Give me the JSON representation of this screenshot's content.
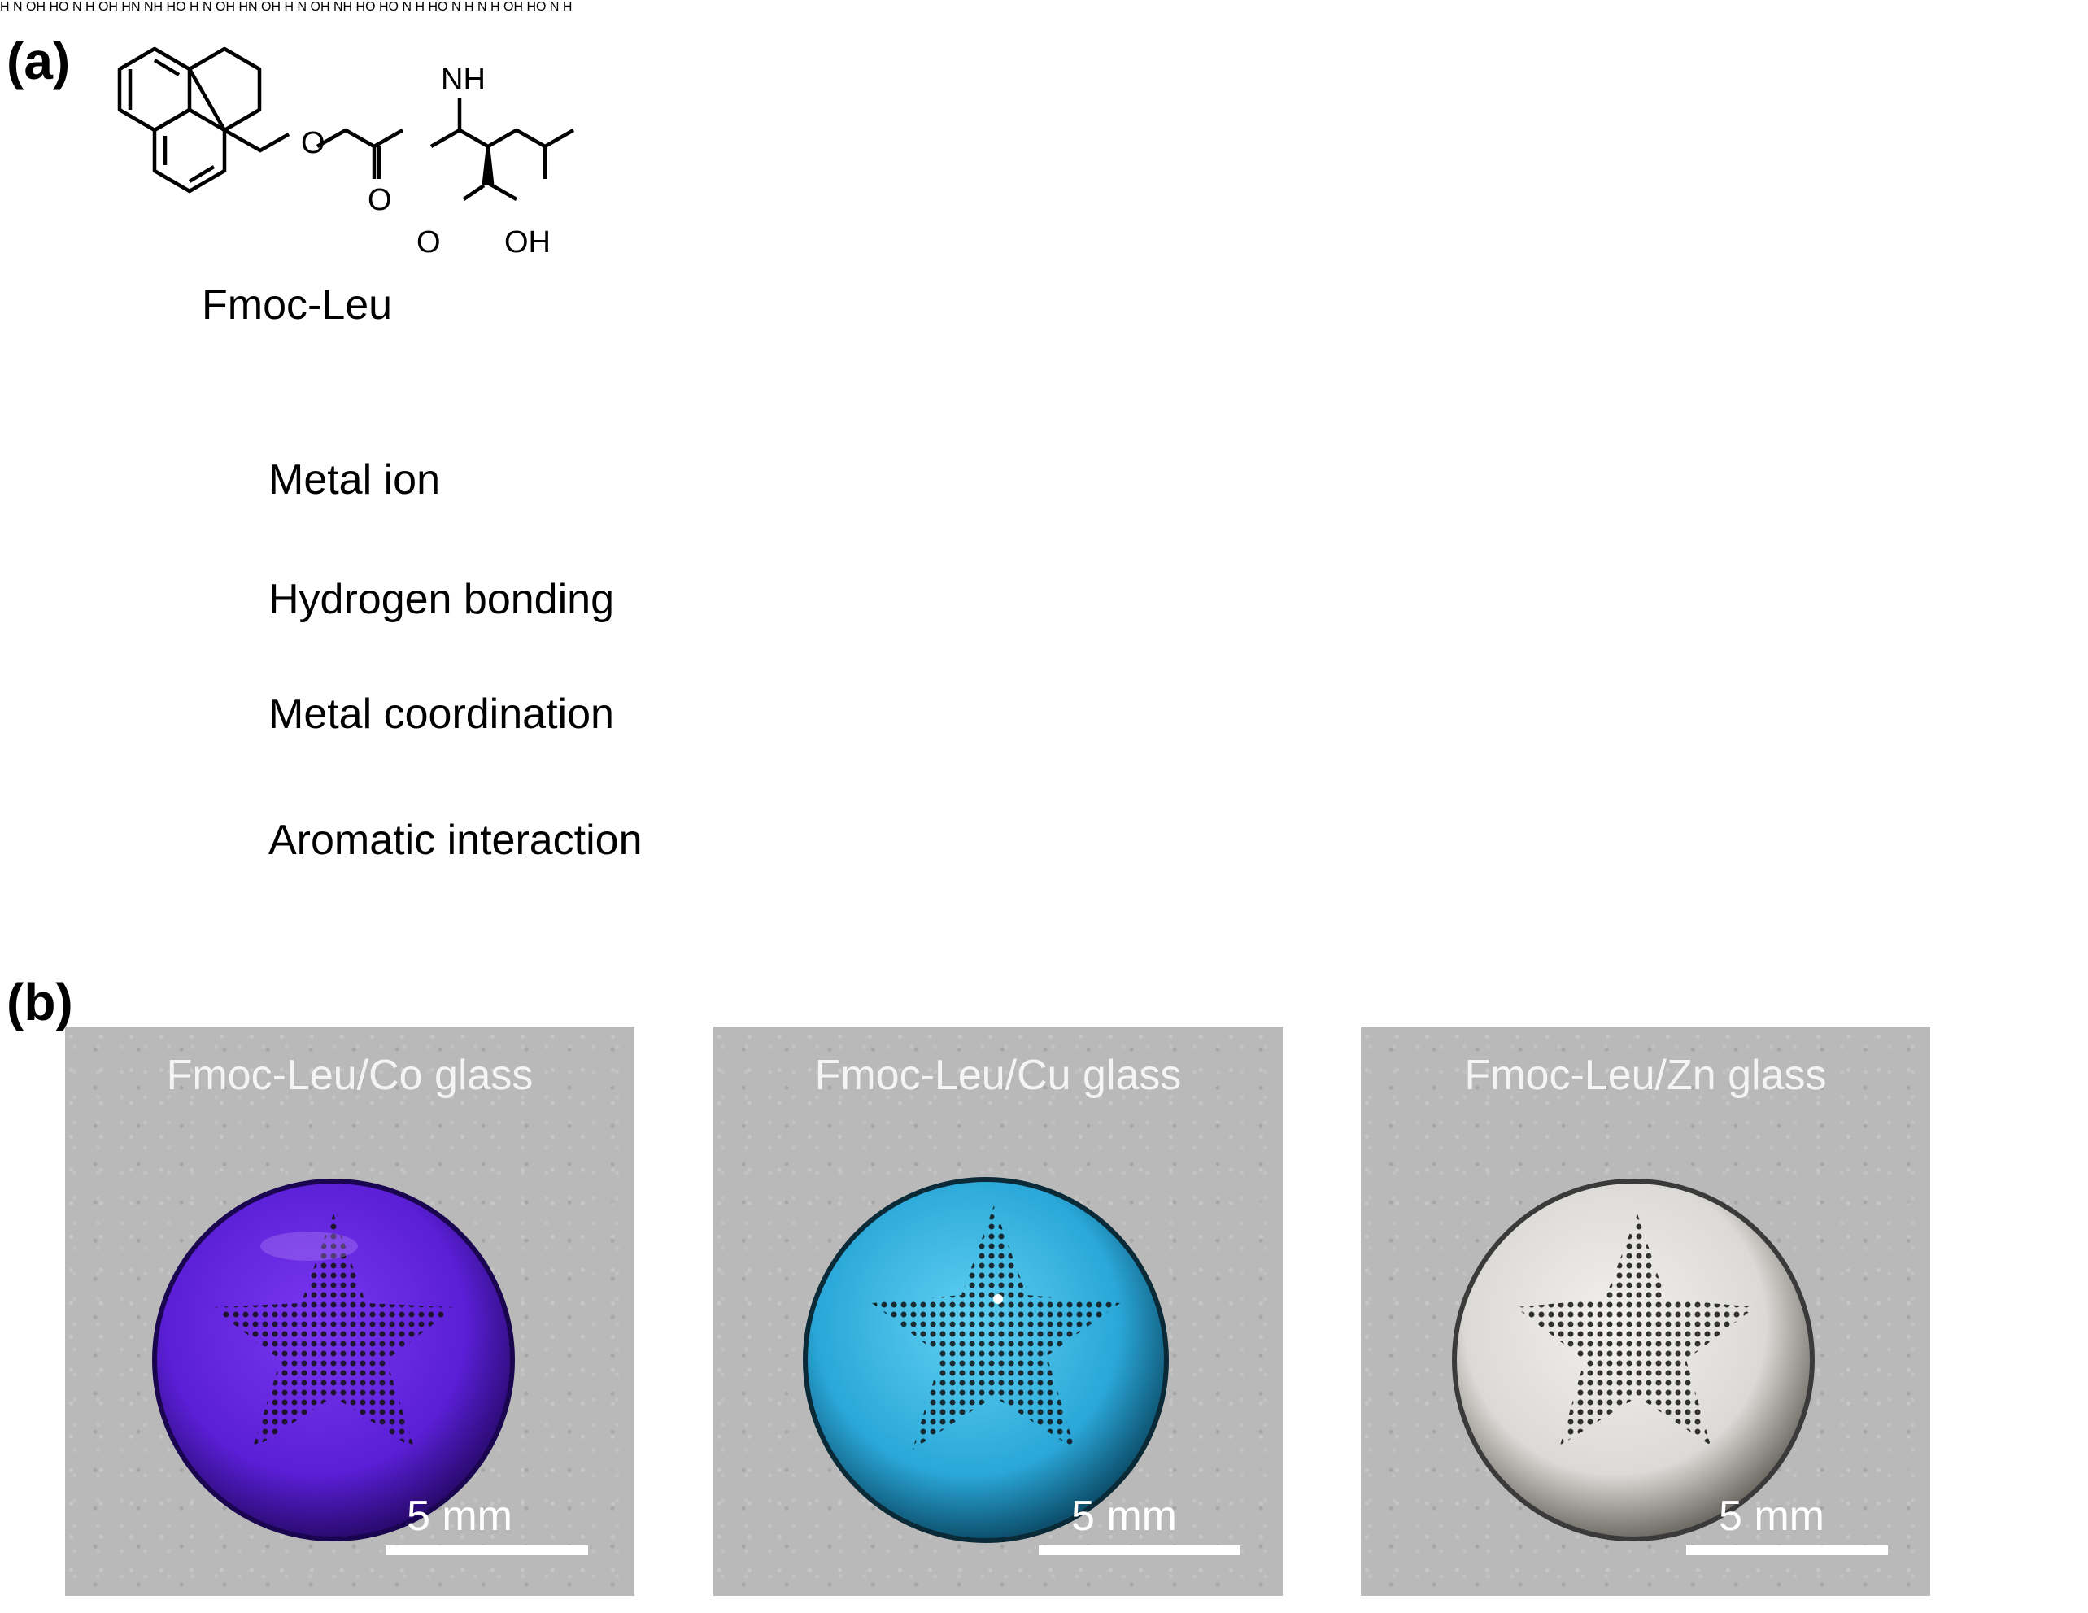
{
  "panels": {
    "a_label": "(a)",
    "b_label": "(b)"
  },
  "compound": {
    "name": "Fmoc-Leu"
  },
  "legend": {
    "metal_ion": "Metal ion",
    "hydrogen_bonding": "Hydrogen bonding",
    "metal_coordination": "Metal coordination",
    "aromatic_interaction": "Aromatic interaction"
  },
  "atoms": {
    "NH": "NH",
    "H": "H",
    "N": "N",
    "O": "O",
    "OH": "OH",
    "HO": "HO"
  },
  "colors": {
    "metal_ion": "#a85fa8",
    "hydrogen_bond": "#2233dd",
    "metal_coordination": "#ee1111",
    "background_photo": "#b9b9b9",
    "co_glass": "#5a1fd6",
    "cu_glass": "#2aa7d8",
    "zn_glass": "#dcdad6"
  },
  "photos": [
    {
      "title": "Fmoc-Leu/Co glass",
      "scale": "5 mm"
    },
    {
      "title": "Fmoc-Leu/Cu glass",
      "scale": "5 mm"
    },
    {
      "title": "Fmoc-Leu/Zn glass",
      "scale": "5 mm"
    }
  ]
}
